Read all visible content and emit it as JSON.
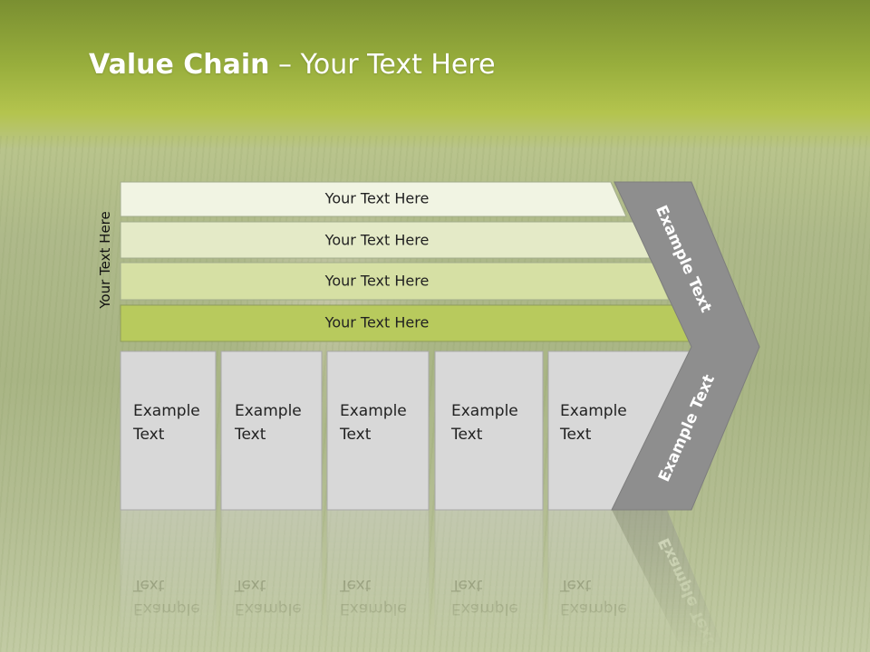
{
  "title": {
    "bold": "Value Chain",
    "rest": " – Your Text Here"
  },
  "side_label": "Your Text Here",
  "bars": [
    {
      "label": "Your Text Here"
    },
    {
      "label": "Your Text Here"
    },
    {
      "label": "Your Text Here"
    },
    {
      "label": "Your Text Here"
    }
  ],
  "columns": [
    {
      "line1": "Example",
      "line2": "Text"
    },
    {
      "line1": "Example",
      "line2": "Text"
    },
    {
      "line1": "Example",
      "line2": "Text"
    },
    {
      "line1": "Example",
      "line2": "Text"
    },
    {
      "line1": "Example",
      "line2": "Text"
    }
  ],
  "chevron": {
    "upper": "Example Text",
    "lower": "Example Text"
  },
  "colors": {
    "bar1": "#f1f4e3",
    "bar2": "#e4eac7",
    "bar3": "#d6e0a4",
    "bar4": "#b8ca5d",
    "column_fill": "#d8d8d8",
    "chevron_fill": "#8e8e8e"
  }
}
